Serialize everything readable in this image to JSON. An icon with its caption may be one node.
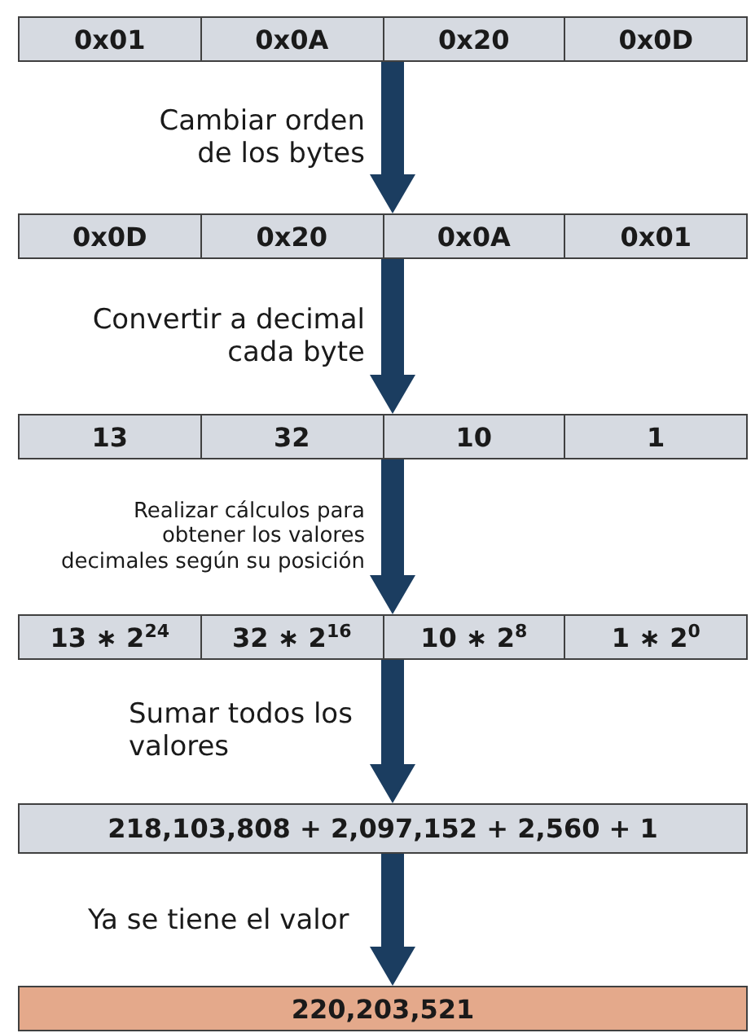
{
  "diagram": {
    "nodes": [
      {
        "text": [],
        "shape": "bar"
      },
      {
        "text": [
          "0x01"
        ],
        "in": 0
      },
      {
        "text": [
          "0x0A"
        ],
        "in": 0
      },
      {
        "text": [
          "0x20"
        ],
        "in": 0
      },
      {
        "text": [
          "0x0D"
        ],
        "in": 0
      },
      {
        "text": [],
        "shape": "bar"
      },
      {
        "text": [
          "0x0D"
        ],
        "in": 5
      },
      {
        "text": [
          "0x20"
        ],
        "in": 5
      },
      {
        "text": [
          "0x0A"
        ],
        "in": 5
      },
      {
        "text": [
          "0x01"
        ],
        "in": 5
      },
      {
        "text": [],
        "shape": "bar"
      },
      {
        "text": [
          "13"
        ],
        "in": 10
      },
      {
        "text": [
          "32"
        ],
        "in": 10
      },
      {
        "text": [
          "10"
        ],
        "in": 10
      },
      {
        "text": [
          "1"
        ],
        "in": 10
      },
      {
        "text": [],
        "shape": "bar"
      },
      {
        "text": [
          "13 ∗ 2$^{24}$"
        ],
        "in": 15
      },
      {
        "text": [
          "32 ∗ 2$^{16}$"
        ],
        "in": 15
      },
      {
        "text": [
          "10 ∗ 2$^{8}$"
        ],
        "in": 15
      },
      {
        "text": [
          "1 ∗ 2$^{0}$"
        ],
        "in": 15
      },
      {
        "text": [
          "218,103,808 + 2,097,152 + 2,560 + 1"
        ]
      },
      {
        "text": [
          "220,203,521"
        ]
      }
    ],
    "edges": [
      {
        "from": 0,
        "to": 5,
        "arrow": "to",
        "label": "Cambiar orden de los bytes"
      },
      {
        "from": 5,
        "to": 10,
        "arrow": "to",
        "label": "Convertir a decimal cada byte"
      },
      {
        "from": 10,
        "to": 15,
        "arrow": "to",
        "label": "Realizar cálculos para obtener los valores decimales según su posición"
      },
      {
        "from": 15,
        "to": 20,
        "arrow": "to",
        "label": "Sumar todos los valores"
      },
      {
        "from": 20,
        "to": 21,
        "arrow": "to",
        "label": "Ya se tiene el valor"
      }
    ]
  }
}
